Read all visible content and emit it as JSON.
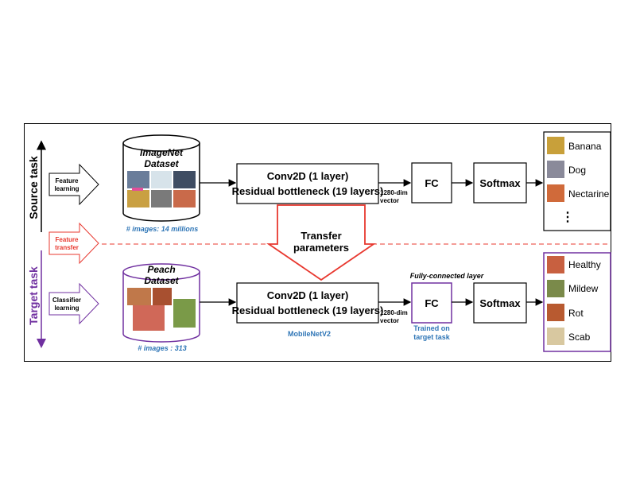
{
  "side_labels": {
    "source": "Source task",
    "target": "Target task"
  },
  "left_arrows": [
    {
      "line1": "Feature",
      "line2": "learning"
    },
    {
      "line1": "Feature",
      "line2": "transfer"
    },
    {
      "line1": "Classifier",
      "line2": "learning"
    }
  ],
  "imagenet": {
    "title1": "ImageNet",
    "title2": "Dataset",
    "count": "# images: 14 millions"
  },
  "peach": {
    "title1": "Peach",
    "title2": "Dataset",
    "count": "# images : 313"
  },
  "conv_top": {
    "line1": "Conv2D (1 layer)",
    "line2": "Residual bottleneck (19 layers)"
  },
  "conv_bottom": {
    "line1": "Conv2D (1 layer)",
    "line2": "Residual bottleneck (19 layers)",
    "model": "MobileNetV2"
  },
  "vector": {
    "line1": "1280-dim",
    "line2": "vector"
  },
  "fc": "FC",
  "softmax": "Softmax",
  "fc_caption": "Fully-connected layer",
  "fc_trained": {
    "line1": "Trained on",
    "line2": "target task"
  },
  "transfer": {
    "line1": "Transfer",
    "line2": "parameters"
  },
  "source_classes": [
    "Banana",
    "Dog",
    "Nectarine",
    "⋮"
  ],
  "target_classes": [
    "Healthy",
    "Mildew",
    "Rot",
    "Scab"
  ],
  "colors": {
    "source": "#000000",
    "target": "#7030a0",
    "transfer": "#e8382f",
    "caption": "#2e75b6"
  }
}
